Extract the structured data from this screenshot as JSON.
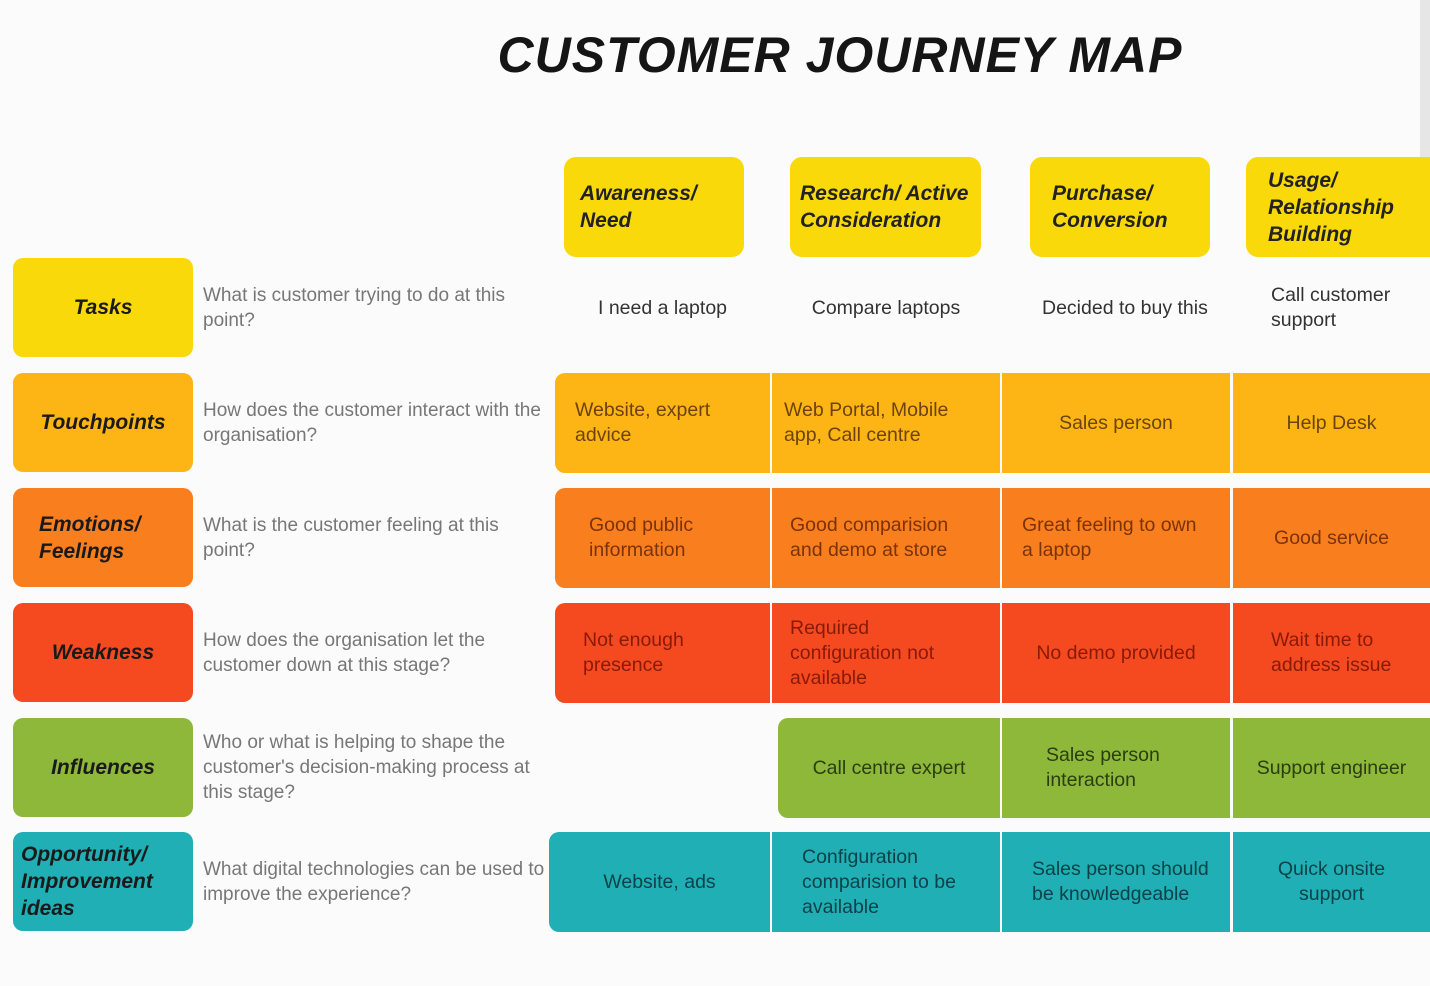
{
  "title": "CUSTOMER JOURNEY MAP",
  "stages": [
    "Awareness/ Need",
    "Research/ Active Consideration",
    "Purchase/ Conversion",
    "Usage/ Relationship Building"
  ],
  "rows": [
    {
      "label": "Tasks",
      "question": "What is customer trying to do at this point?",
      "cells": [
        "I need a laptop",
        "Compare laptops",
        "Decided to buy this",
        "Call customer support"
      ],
      "color": "#F9D90A"
    },
    {
      "label": "Touchpoints",
      "question": "How does the customer interact with the organisation?",
      "cells": [
        "Website, expert advice",
        "Web Portal, Mobile app, Call centre",
        "Sales person",
        "Help Desk"
      ],
      "color": "#FDB515"
    },
    {
      "label": "Emotions/ Feelings",
      "question": "What is the customer feeling at this point?",
      "cells": [
        "Good public information",
        "Good comparision and demo at store",
        "Great feeling to own a laptop",
        "Good service"
      ],
      "color": "#F97E1E"
    },
    {
      "label": "Weakness",
      "question": "How does the organisation let the customer down at this stage?",
      "cells": [
        "Not enough presence",
        "Required configuration not available",
        "No demo provided",
        "Wait time to address issue"
      ],
      "color": "#F5491F"
    },
    {
      "label": "Influences",
      "question": "Who or what is helping to shape the customer's decision-making process at this stage?",
      "cells": [
        "",
        "Call centre expert",
        "Sales person interaction",
        "Support engineer"
      ],
      "color": "#8DB83A"
    },
    {
      "label": "Opportunity/ Improvement ideas",
      "question": "What digital technologies can be used to improve the experience?",
      "cells": [
        "Website, ads",
        "Configuration comparision to be available",
        "Sales person should be knowledgeable",
        "Quick onsite support"
      ],
      "color": "#1FAFB5"
    }
  ]
}
